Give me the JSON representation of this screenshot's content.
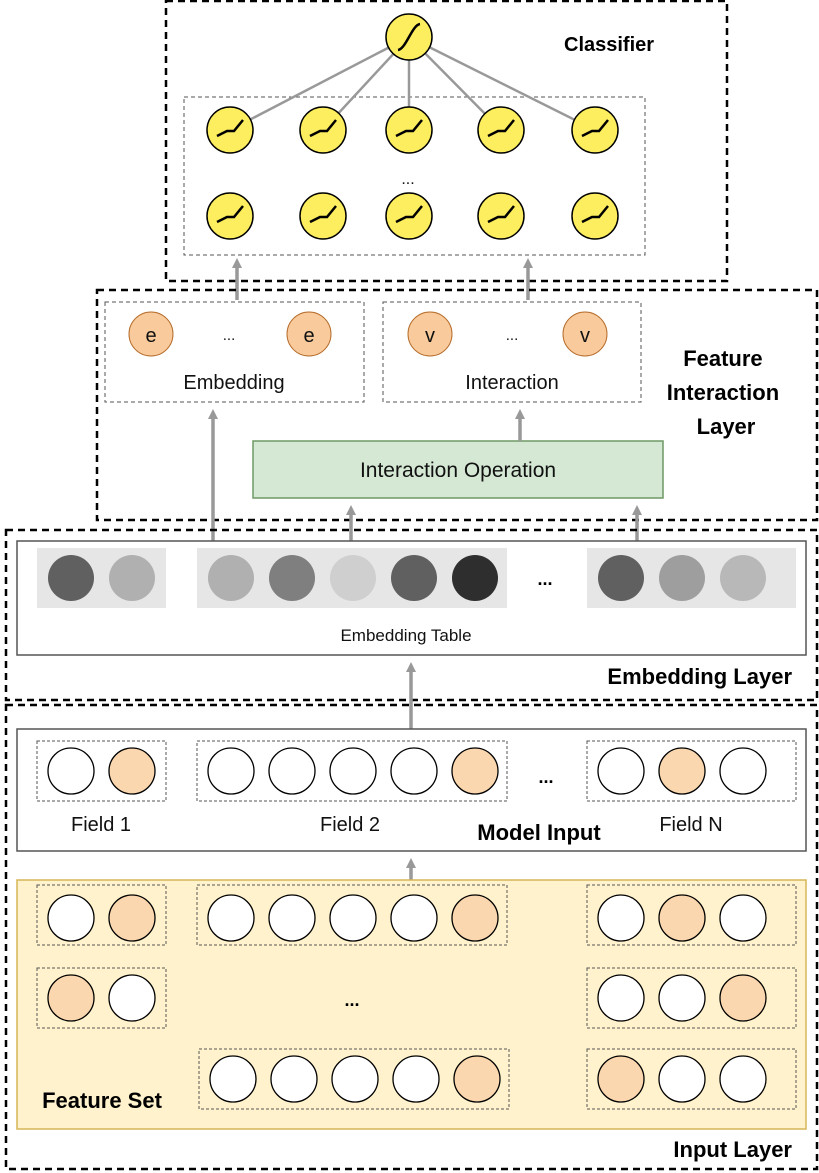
{
  "classifier": {
    "title": "Classifier",
    "ellipsis": "..."
  },
  "feature_interaction": {
    "title_lines": [
      "Feature",
      "Interaction",
      "Layer"
    ],
    "embedding_box": {
      "token": "e",
      "ellipsis": "...",
      "label": "Embedding"
    },
    "interaction_box": {
      "token": "v",
      "ellipsis": "...",
      "label": "Interaction"
    },
    "operation_label": "Interaction Operation"
  },
  "embedding_layer": {
    "title": "Embedding Layer",
    "table_label": "Embedding Table",
    "ellipsis": "...",
    "groups": [
      {
        "shades": [
          "#606060",
          "#b0b0b0"
        ]
      },
      {
        "shades": [
          "#b0b0b0",
          "#7f7f7f",
          "#cfcfcf",
          "#606060",
          "#2e2e2e"
        ]
      },
      {
        "shades": [
          "#606060",
          "#9e9e9e",
          "#b8b8b8"
        ]
      }
    ]
  },
  "model_input": {
    "title": "Model Input",
    "ellipsis": "...",
    "fields": [
      {
        "label": "Field 1",
        "cells": [
          "white",
          "orange"
        ]
      },
      {
        "label": "Field 2",
        "cells": [
          "white",
          "white",
          "white",
          "white",
          "orange"
        ]
      },
      {
        "label": "Field N",
        "cells": [
          "white",
          "orange",
          "white"
        ]
      }
    ]
  },
  "feature_set": {
    "title": "Feature Set",
    "ellipsis": "...",
    "rows": [
      {
        "cells": [
          "white",
          "orange"
        ]
      },
      {
        "cells": [
          "white",
          "white",
          "white",
          "white",
          "orange"
        ]
      },
      {
        "cells": [
          "white",
          "orange",
          "white"
        ]
      },
      {
        "cells": [
          "orange",
          "white"
        ]
      },
      {
        "cells": [
          "white",
          "white",
          "orange"
        ]
      },
      {
        "cells": [
          "white",
          "white",
          "white",
          "white",
          "orange"
        ]
      },
      {
        "cells": [
          "orange",
          "white",
          "white"
        ]
      }
    ]
  },
  "input_layer": {
    "title": "Input Layer"
  },
  "colors": {
    "neuron_fill": "#fdee5f",
    "token_fill": "#f9cb9c",
    "onehot_orange": "#fad7ae",
    "operation_fill": "#d5e8d4",
    "operation_stroke": "#6f9966",
    "feature_set_fill": "#fff2cc",
    "feature_set_stroke": "#d6b656",
    "arrow": "#999999"
  }
}
